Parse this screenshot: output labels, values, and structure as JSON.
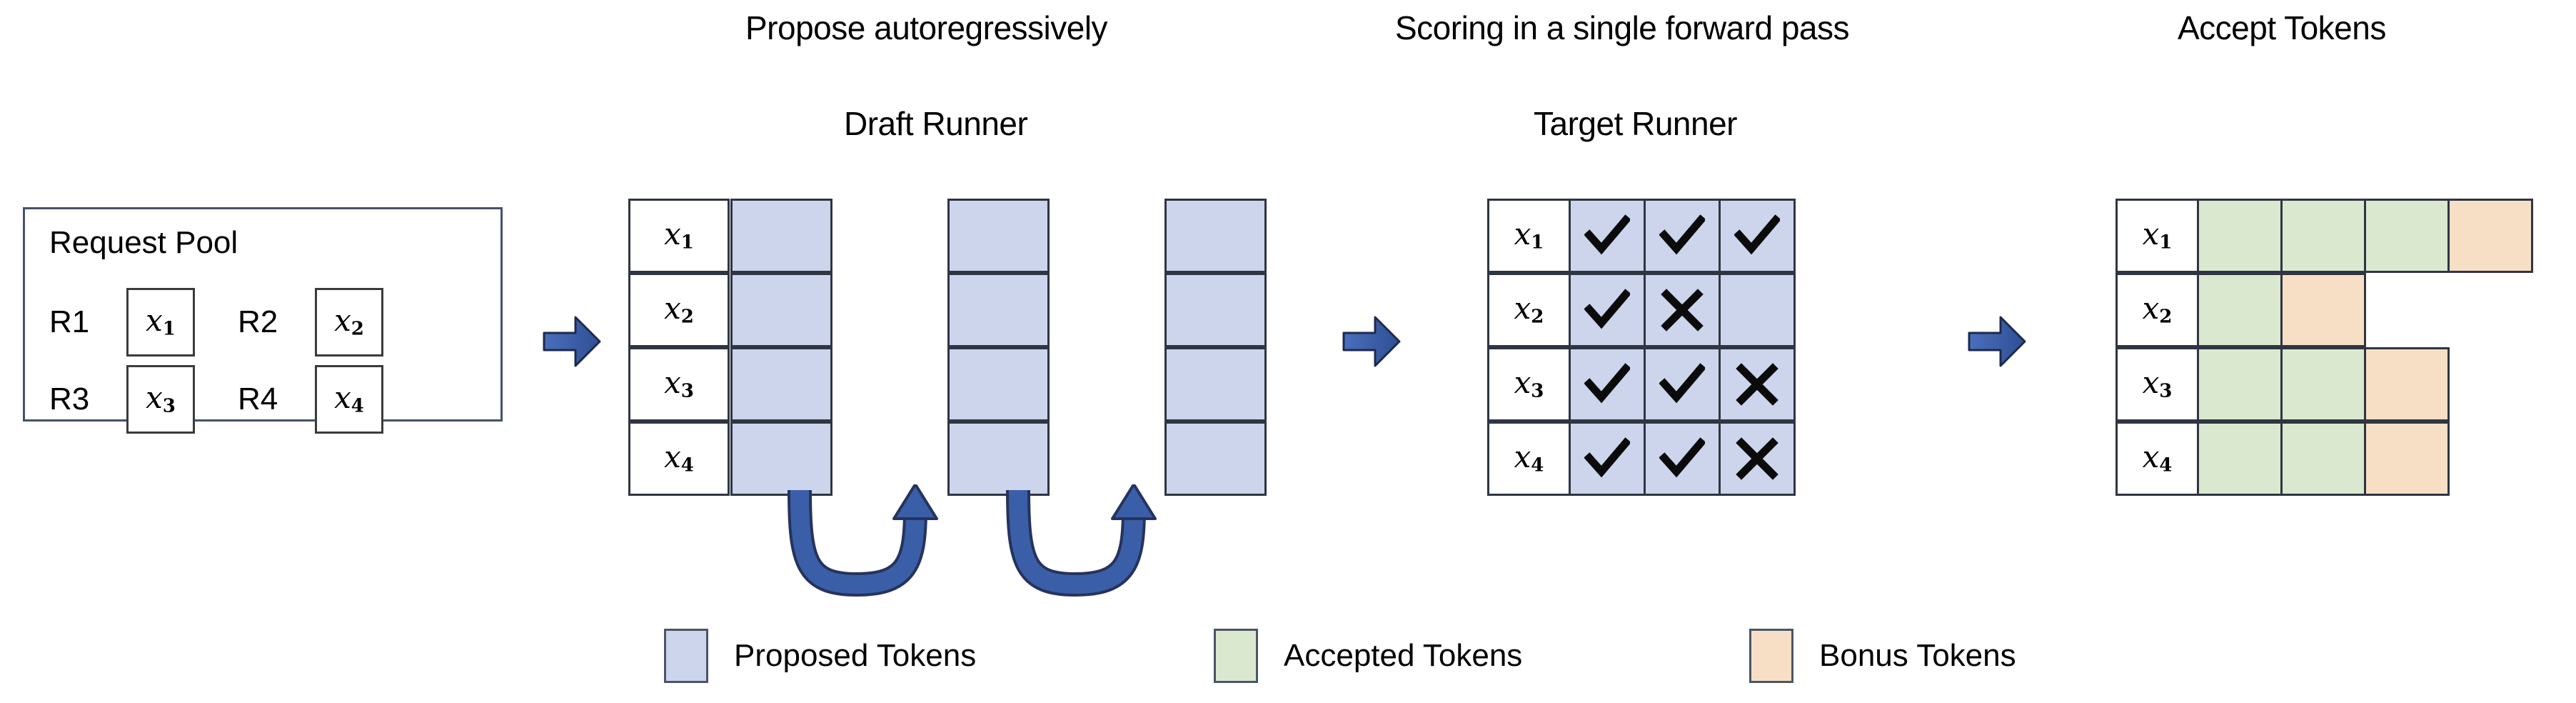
{
  "titles": {
    "propose": "Propose autoregressively",
    "draft_runner": "Draft Runner",
    "scoring": "Scoring in a single forward pass",
    "target_runner": "Target Runner",
    "accept_tokens": "Accept Tokens"
  },
  "request_pool": {
    "title": "Request Pool",
    "requests": [
      {
        "label": "R1",
        "token": "x",
        "sub": "1"
      },
      {
        "label": "R2",
        "token": "x",
        "sub": "2"
      },
      {
        "label": "R3",
        "token": "x",
        "sub": "3"
      },
      {
        "label": "R4",
        "token": "x",
        "sub": "4"
      }
    ]
  },
  "row_labels": [
    {
      "token": "x",
      "sub": "1"
    },
    {
      "token": "x",
      "sub": "2"
    },
    {
      "token": "x",
      "sub": "3"
    },
    {
      "token": "x",
      "sub": "4"
    }
  ],
  "draft_runner": {
    "steps": 3,
    "rows": 4,
    "cells": [
      [
        "proposed",
        "proposed",
        "proposed"
      ],
      [
        "proposed",
        "proposed",
        "proposed"
      ],
      [
        "proposed",
        "proposed",
        "proposed"
      ],
      [
        "proposed",
        "proposed",
        "proposed"
      ]
    ]
  },
  "target_runner": {
    "marks": [
      [
        "check",
        "check",
        "check"
      ],
      [
        "check",
        "cross",
        "none"
      ],
      [
        "check",
        "check",
        "cross"
      ],
      [
        "check",
        "check",
        "cross"
      ]
    ]
  },
  "accept_tokens": {
    "rows": [
      [
        "accepted",
        "accepted",
        "accepted",
        "bonus"
      ],
      [
        "accepted",
        "bonus"
      ],
      [
        "accepted",
        "accepted",
        "bonus"
      ],
      [
        "accepted",
        "accepted",
        "bonus"
      ]
    ]
  },
  "legend": [
    {
      "name": "proposed",
      "label": "Proposed Tokens",
      "color": "#ccd5ec"
    },
    {
      "name": "accepted",
      "label": "Accepted Tokens",
      "color": "#dbe8d0"
    },
    {
      "name": "bonus",
      "label": "Bonus Tokens",
      "color": "#f7dfc6"
    }
  ],
  "colors": {
    "proposed": "#ccd5ec",
    "accepted": "#dbe8d0",
    "bonus": "#f7dfc6",
    "arrow": "#3a5fa8",
    "arrow_stroke": "#26335c",
    "border": "#2f3542"
  },
  "icons": {
    "check": "check-icon",
    "cross": "cross-icon",
    "step_arrow": "right-arrow-icon",
    "loop_arrow": "loop-arrow-icon"
  }
}
